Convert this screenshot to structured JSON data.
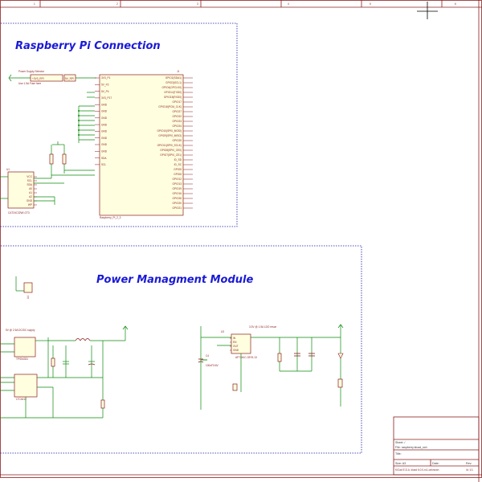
{
  "sheet": {
    "top_ticks": [
      "1",
      "2",
      "3",
      "4",
      "5",
      "6"
    ],
    "cursor": "crosshair"
  },
  "rpi_block": {
    "title": "Raspberry Pi Connection",
    "connector_ref": "J1",
    "connector_value": "Raspberry_Pi_2_3",
    "power_label": "+3V3_RPI",
    "fuse_label": "5V_RPI",
    "fuse_note": "Power Supply Selector",
    "fuse_note2": "Use 1.5A Fuse here",
    "left_pins": [
      "3V3_P1",
      "5V_P2",
      "5V_P4",
      "3V3_P17",
      "GND",
      "GND",
      "GND",
      "GND",
      "GND",
      "GND",
      "GND",
      "GND",
      "SDA",
      "SCL"
    ],
    "right_pins": [
      "GPIO2(SDA1)",
      "GPIO3(SCL1)",
      "GPIO4(GPCLK0)",
      "GPIO14(TXD0)",
      "GPIO15(RXD0)",
      "GPIO17",
      "GPIO18(PCM_CLK)",
      "GPIO27",
      "GPIO22",
      "GPIO23",
      "GPIO24",
      "GPIO10(SPI0_MOSI)",
      "GPIO9(SPI0_MISO)",
      "GPIO25",
      "GPIO11(SPI0_SCLK)",
      "GPIO8(SPI0_CE0)",
      "GPIO7(SPI0_CE1)",
      "ID_SD",
      "ID_SC",
      "GPIO5",
      "GPIO6",
      "GPIO12",
      "GPIO13",
      "GPIO19",
      "GPIO16",
      "GPIO26",
      "GPIO20",
      "GPIO21"
    ],
    "eeprom_ref": "U1",
    "eeprom_value": "CAT24C32WI-GT3",
    "eeprom_pins": [
      "VCC",
      "SCL",
      "SDA",
      "A0",
      "A1",
      "A2",
      "GND",
      "WP"
    ]
  },
  "power_block": {
    "title": "Power Managment Module",
    "buck_note": "5V @ 2.5A DC/DC supply",
    "buck_ref": "U2",
    "buck_value": "TPS54331",
    "ldo_note": "3.3V @ 1.5A LDO reson",
    "ldo_ref": "U3",
    "ldo_value": "AP7361C-33Y5-13",
    "ldo_pins": [
      "IN",
      "EN",
      "OUT",
      "GND"
    ],
    "bat_ref": "C4",
    "bat_value": "100uF/16V",
    "power_switch_ref": "U4",
    "power_switch_value": "LTC4412"
  },
  "title_block": {
    "sheet_line": "Sheet: /",
    "file_line": "File: raspberry.kicad_sch",
    "title_line": "Title:",
    "size_line": "Size: A3",
    "date_line": "Date:",
    "rev_line": "Rev:",
    "tool_line": "KiCad E.D.A.  kicad 6.0.0-rc1-unknown",
    "id_line": "Id: 1/1"
  },
  "colors": {
    "frame": "#8b1c1c",
    "wire": "#0a8a0a",
    "sheet_border": "#1a1aa6",
    "title": "#1a1ad6",
    "body_fill": "#ffffe0"
  }
}
